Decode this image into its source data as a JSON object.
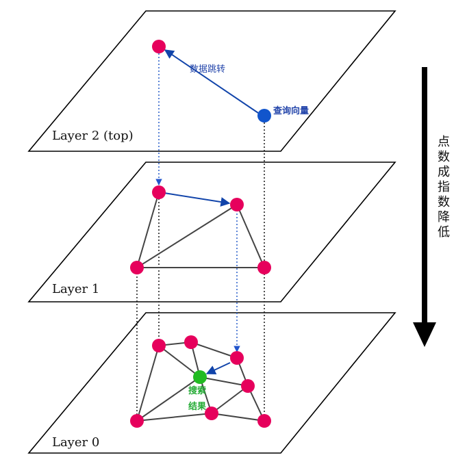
{
  "layers": [
    {
      "label": "Layer 2 (top)"
    },
    {
      "label": "Layer 1"
    },
    {
      "label": "Layer 0"
    }
  ],
  "annotations": {
    "data_jump": "数据跳转",
    "query_vector": "查询向量",
    "search_result_1": "搜索",
    "search_result_2": "结果"
  },
  "side_note": {
    "chars": [
      "点",
      "数",
      "成",
      "指",
      "数",
      "降",
      "低"
    ]
  },
  "colors": {
    "node": "#e6005c",
    "query": "#1155cc",
    "result": "#22bb22",
    "arrow": "#1144aa",
    "edge": "#444444",
    "result_text": "#22aa33"
  }
}
